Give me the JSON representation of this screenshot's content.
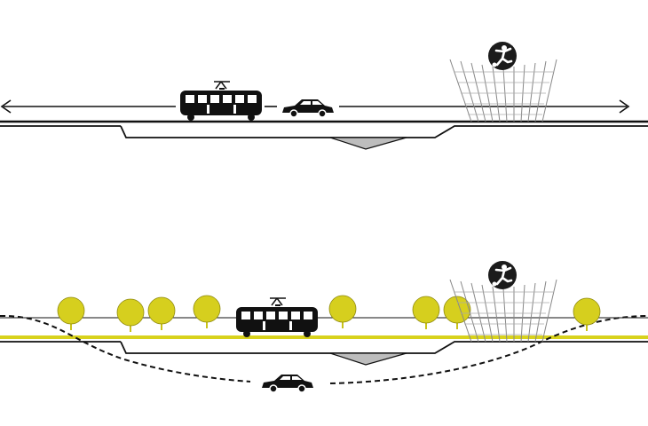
{
  "diagram": {
    "type": "street-section-comparison",
    "panels": [
      {
        "id": "existing",
        "elements": [
          "two-way-arrow",
          "tram",
          "car-on-street",
          "stadium",
          "football-icon",
          "ground-line",
          "depression"
        ]
      },
      {
        "id": "proposed",
        "elements": [
          "trees",
          "tram",
          "green-strip",
          "stadium",
          "football-icon",
          "tunnel-dashed-line",
          "car-in-tunnel",
          "ground-line",
          "depression"
        ]
      }
    ],
    "colors": {
      "ink": "#111111",
      "tree": "#d6cf1e",
      "tree_trunk": "#c9c21a",
      "green_strip": "#d8d21c",
      "depression_fill": "#bdbdbd",
      "stadium_line": "#9a9a9a",
      "background": "#ffffff"
    },
    "icons": [
      "tram-icon",
      "car-icon",
      "football-player-icon",
      "tree-icon",
      "arrow-icon"
    ]
  }
}
